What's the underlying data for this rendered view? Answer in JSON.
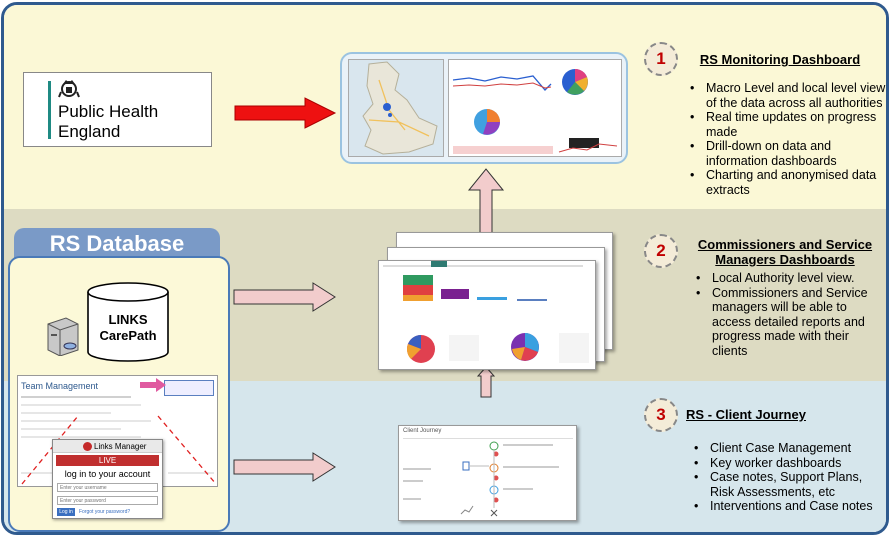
{
  "colors": {
    "outer_border": "#2f5a8e",
    "band_top": "#fbf8d6",
    "band_mid": "#dddbc2",
    "band_bot": "#d6e6ec",
    "db_header": "#7a9ac7",
    "db_panel": "#fcf9d8",
    "pink_arrow": "#f2cccc",
    "red_arrow": "#ee1111",
    "number_red": "#c00000"
  },
  "phe_logo": {
    "line1": "Public Health",
    "line2": "England"
  },
  "rs_database": {
    "title": "RS Database",
    "cylinder_line1": "LINKS",
    "cylinder_line2": "CarePath"
  },
  "team_management": {
    "title": "Team Management",
    "links_manager_label": "Links Manager",
    "live_label": "LIVE",
    "login_title": "log in to your account",
    "username_placeholder": "Enter your username",
    "password_placeholder": "Enter your password",
    "login_button": "Log in",
    "forgot_link": "Forgot your password?"
  },
  "client_journey_shot": {
    "title": "Client Journey"
  },
  "sections": [
    {
      "number": "1",
      "title": "RS Monitoring Dashboard",
      "bullets": [
        "Macro Level and local level view of the data across all authorities",
        "Real time updates on progress made",
        "Drill-down on data and information dashboards",
        "Charting and anonymised data extracts"
      ]
    },
    {
      "number": "2",
      "title": "Commissioners and Service Managers Dashboards",
      "bullets": [
        "Local Authority level view.",
        "Commissioners and Service managers will be able to access detailed reports and progress made with their clients"
      ]
    },
    {
      "number": "3",
      "title": "RS - Client Journey",
      "bullets": [
        "Client Case Management",
        "Key worker dashboards",
        "Case notes, Support Plans, Risk Assessments, etc",
        "Interventions and Case notes"
      ]
    }
  ]
}
